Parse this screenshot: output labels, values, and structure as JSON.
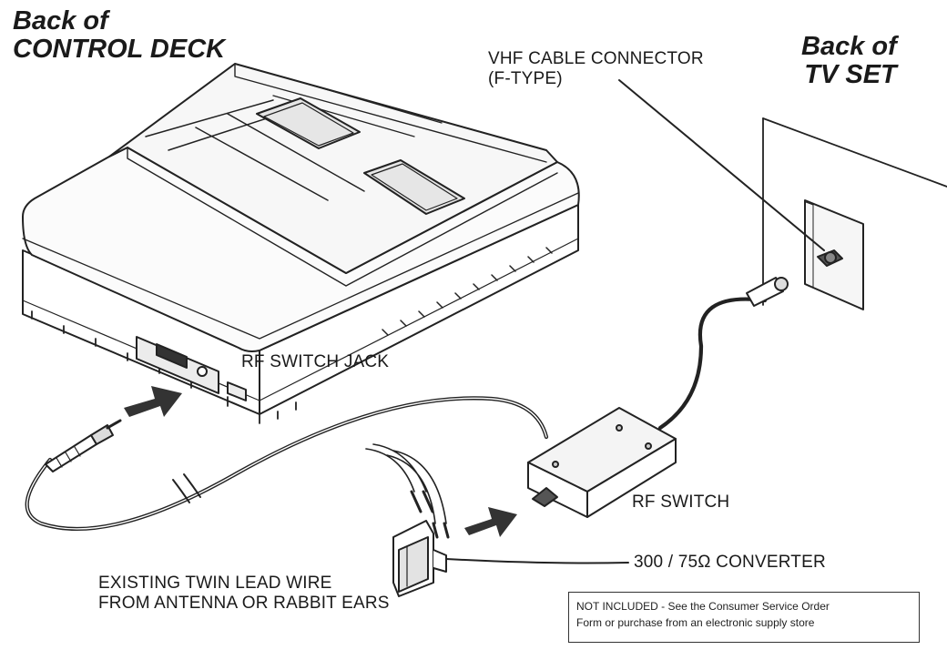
{
  "headings": {
    "control_deck_line1": "Back of",
    "control_deck_line2": "CONTROL DECK",
    "tv_set_line1": "Back of",
    "tv_set_line2": "TV SET"
  },
  "labels": {
    "vhf_connector_line1": "VHF CABLE CONNECTOR",
    "vhf_connector_line2": "(F-TYPE)",
    "rf_switch_jack": "RF SWITCH JACK",
    "rf_switch": "RF SWITCH",
    "converter": "300 / 75Ω CONVERTER",
    "twin_lead_line1": "EXISTING TWIN LEAD WIRE",
    "twin_lead_line2": "FROM ANTENNA OR RABBIT EARS"
  },
  "note": {
    "line1": "NOT INCLUDED - See the Consumer Service Order",
    "line2": "Form or purchase from an electronic supply store"
  }
}
